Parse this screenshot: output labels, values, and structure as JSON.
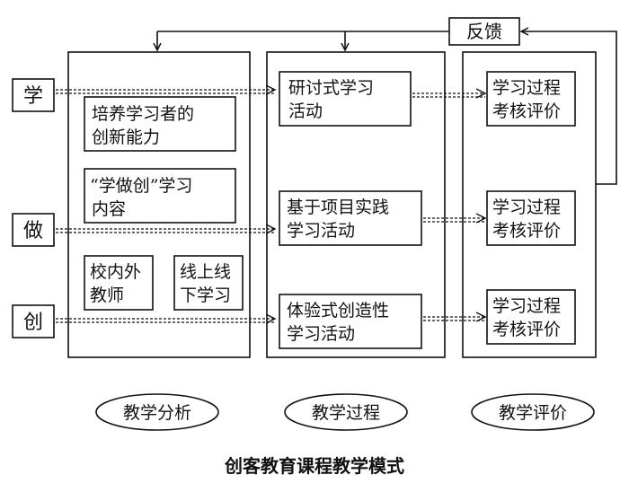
{
  "caption": "创客教育课程教学模式",
  "feedback": "反馈",
  "inputs": [
    "学",
    "做",
    "创"
  ],
  "analysis": {
    "box1": [
      "培养学习者的",
      "创新能力"
    ],
    "box2": [
      "“学做创”学习",
      "内容"
    ],
    "box3": [
      "校内外",
      "教师"
    ],
    "box4": [
      "线上线",
      "下学习"
    ]
  },
  "process": [
    [
      "研讨式学习",
      "活动"
    ],
    [
      "基于项目实践",
      "学习活动"
    ],
    [
      "体验式创造性",
      "学习活动"
    ]
  ],
  "evaluation": [
    [
      "学习过程",
      "考核评价"
    ],
    [
      "学习过程",
      "考核评价"
    ],
    [
      "学习过程",
      "考核评价"
    ]
  ],
  "column_labels": [
    "教学分析",
    "教学过程",
    "教学评价"
  ]
}
